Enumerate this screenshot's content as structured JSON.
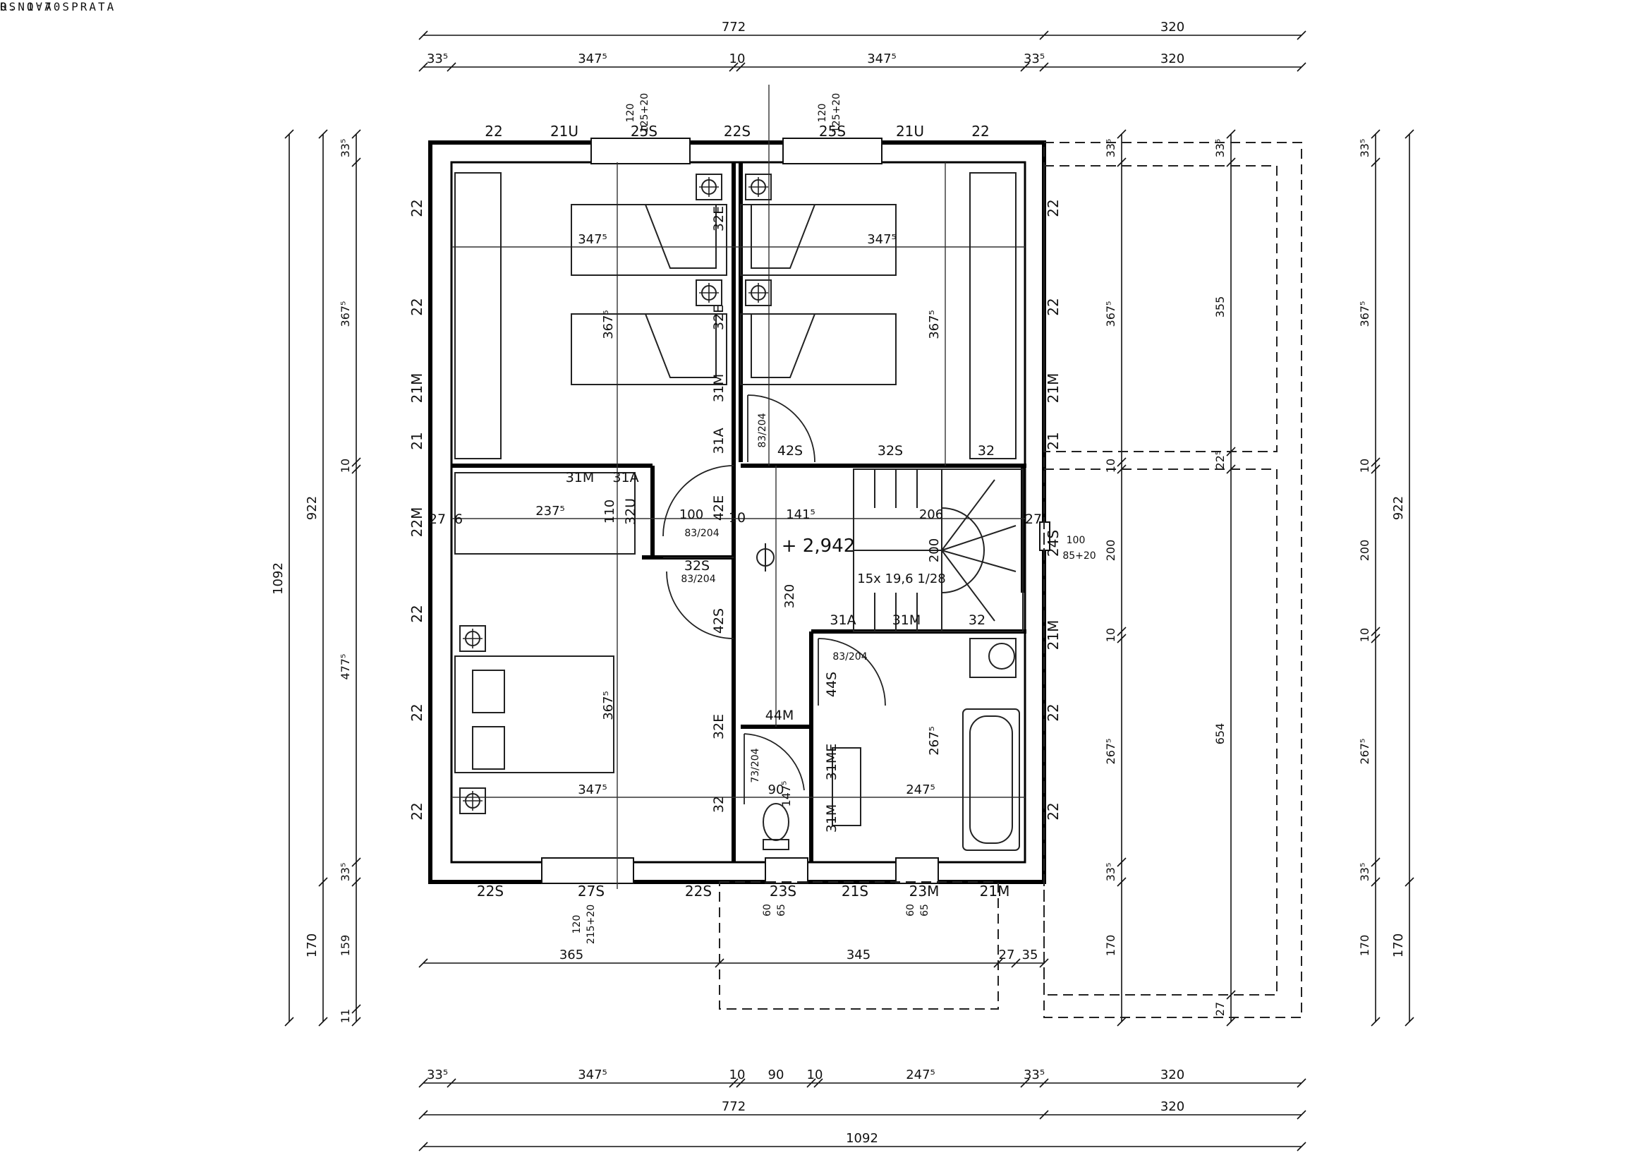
{
  "title": {
    "main": "OSNOVA SPRATA",
    "scale": "R. 1:70"
  },
  "level_label": "+ 2,942",
  "stair_label": "15x 19,6 1/28",
  "dims_top_outer": [
    "772",
    "320"
  ],
  "dims_top_inner": [
    "33⁵",
    "347⁵",
    "10",
    "347⁵",
    "33⁵",
    "320"
  ],
  "dims_bottom_1": [
    "33⁵",
    "347⁵",
    "10",
    "90",
    "10",
    "247⁵",
    "33⁵",
    "320"
  ],
  "dims_bottom_2": [
    "772",
    "320"
  ],
  "dims_bottom_3": [
    "1092"
  ],
  "dims_below_plan": [
    "365",
    "345",
    "27",
    "35"
  ],
  "dims_left_outer": [
    "1092"
  ],
  "dims_left_mid": [
    "922",
    "170"
  ],
  "dims_left_inner": [
    "33⁵",
    "367⁵",
    "10",
    "477⁵",
    "33⁵",
    "159",
    "11"
  ],
  "dims_right_a": [
    "33⁵",
    "367⁵",
    "10",
    "200",
    "10",
    "267⁵",
    "33⁵",
    "170"
  ],
  "dims_right_b": [
    "33⁵",
    "355",
    "22⁵",
    "654",
    "27"
  ],
  "dims_right_c": [
    "33⁵",
    "367⁵",
    "10",
    "200",
    "10",
    "267⁵",
    "33⁵",
    "170"
  ],
  "dims_right_d": [
    "922",
    "170"
  ],
  "top_wall_codes": [
    "22",
    "21U",
    "25S",
    "22S",
    "25S",
    "21U",
    "22"
  ],
  "window_notes_top": [
    "120",
    "125+20"
  ],
  "bottom_wall_codes": [
    "22S",
    "27S",
    "22S",
    "23S",
    "21S",
    "23M",
    "21M"
  ],
  "window_notes_bottom": [
    "120",
    "215+20",
    "60",
    "65"
  ],
  "left_wall_codes": [
    "22",
    "22",
    "21M",
    "21",
    "22M",
    "22",
    "22",
    "22"
  ],
  "right_wall_codes": [
    "22",
    "22",
    "21M",
    "21",
    "24S",
    "21M",
    "22",
    "22"
  ],
  "door_notes": [
    "83/204",
    "83/204",
    "83/204",
    "83/204",
    "73/204",
    "100",
    "85+20"
  ],
  "room_dims": {
    "r1_w": "347⁵",
    "r1_h": "367⁵",
    "r2_w": "347⁵",
    "r2_h": "367⁵",
    "r3_w": "237⁵",
    "r3_h": "110",
    "hall_w": "141⁵",
    "hall_h": "320",
    "r4_w": "347⁵",
    "r4_h": "367⁵",
    "bath_w": "247⁵",
    "bath_h": "267⁵",
    "wc_w": "90",
    "wc_h": "147⁵",
    "stair_w": "206",
    "stair_h": "200",
    "door_w": "100"
  },
  "inner_codes": [
    "32E",
    "32E",
    "31M",
    "31A",
    "42S",
    "32S",
    "32",
    "31M",
    "31A",
    "32U",
    "42E",
    "32S",
    "42S",
    "32E",
    "44M",
    "31A",
    "31M",
    "32",
    "44S",
    "31ME",
    "31M",
    "32",
    "10",
    "27",
    "6",
    "27"
  ]
}
